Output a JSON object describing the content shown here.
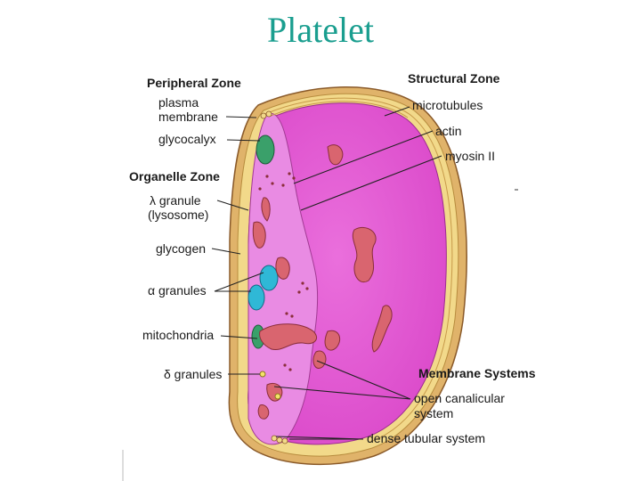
{
  "title": "Platelet",
  "labels": {
    "left": {
      "peripheral_zone": "Peripheral Zone",
      "plasma_membrane_1": "plasma",
      "plasma_membrane_2": "membrane",
      "glycocalyx": "glycocalyx",
      "organelle_zone": "Organelle Zone",
      "lambda_granule_1": "λ granule",
      "lambda_granule_2": "(lysosome)",
      "glycogen": "glycogen",
      "alpha_granules": "α granules",
      "mitochondria": "mitochondria",
      "delta_granules": "δ granules"
    },
    "right": {
      "structural_zone": "Structural Zone",
      "microtubules": "microtubules",
      "actin": "actin",
      "myosin": "myosin II",
      "membrane_systems": "Membrane Systems",
      "open_canalicular_1": "open canalicular",
      "open_canalicular_2": "system",
      "dense_tubular": "dense tubular system"
    }
  },
  "colors": {
    "title": "#1a9e8f",
    "cytoplasm": "#e14fd0",
    "cytoplasm_light": "#e57ae3",
    "microtubule_band": "#f2d98a",
    "membrane": "#e0b36a",
    "organelle": "#d9656f",
    "alpha_granule": "#2fb8d6",
    "mitochondria": "#3aa06a"
  }
}
